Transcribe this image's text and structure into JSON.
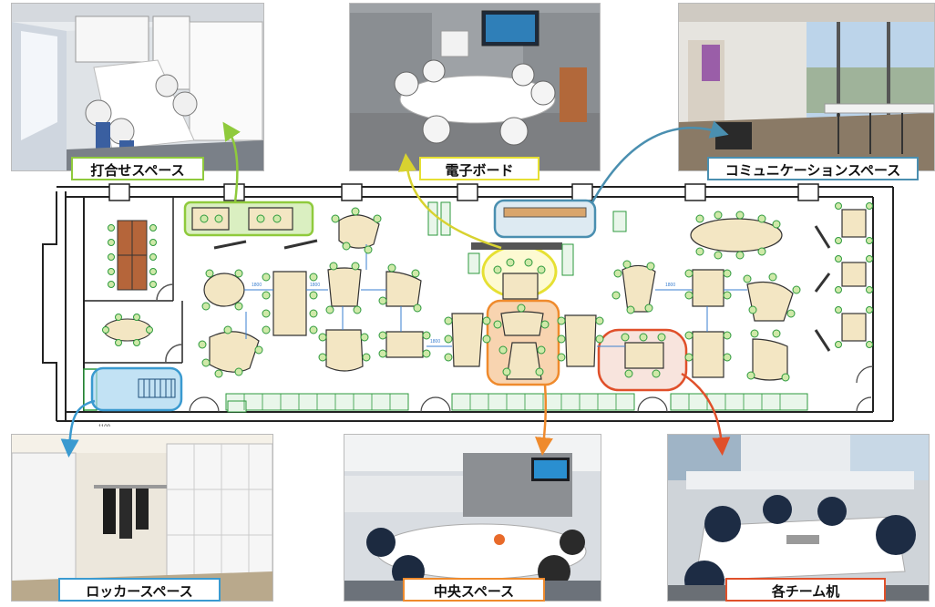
{
  "captions": {
    "meeting": "打合せスペース",
    "board": "電子ボード",
    "communication": "コミュニケーションスペース",
    "locker": "ロッカースペース",
    "central": "中央スペース",
    "team_desk": "各チーム机"
  },
  "dimensions": {
    "d1800": "1800",
    "d1100": "1100"
  },
  "colors": {
    "meeting": "#8fca3c",
    "board": "#e6e033",
    "communication": "#4a8fb0",
    "locker": "#3a9ad0",
    "central": "#ef8a2c",
    "team_desk": "#e0502a",
    "chair": "#2e9a3e",
    "table": "#f3e6c3"
  }
}
